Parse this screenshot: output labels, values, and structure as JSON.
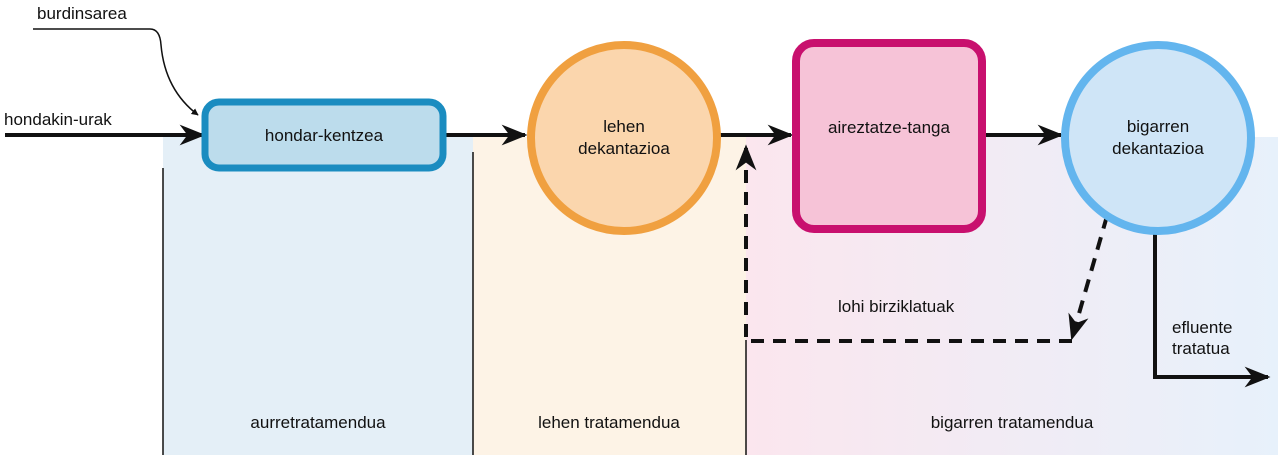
{
  "inputs": {
    "grit": "burdinsarea",
    "wastewater": "hondakin-urak"
  },
  "units": {
    "grit_removal": "hondar-kentzea",
    "primary_settling_line1": "lehen",
    "primary_settling_line2": "dekantazioa",
    "aeration_tank": "aireztatze-tanga",
    "secondary_settling_line1": "bigarren",
    "secondary_settling_line2": "dekantazioa"
  },
  "flows": {
    "recycled_sludge": "lohi birziklatuak",
    "treated_effluent_line1": "efluente",
    "treated_effluent_line2": "tratatua"
  },
  "stages": {
    "pretreatment": "aurretratamendua",
    "primary": "lehen tratamendua",
    "secondary": "bigarren tratamendua"
  },
  "colors": {
    "pretreatment_bg": "#e4eff7",
    "primary_bg": "#fdf3e6",
    "secondary_bg_left": "#fbe6ee",
    "secondary_bg_right": "#e7f1fb",
    "grit_border": "#1a8cc0",
    "grit_fill": "#bcdcec",
    "primary_border": "#f0a040",
    "primary_fill": "#fbd6ad",
    "aeration_border": "#c8106e",
    "aeration_fill": "#f6c3d7",
    "secondary_border": "#63b5ee",
    "secondary_fill": "#cfe5f7"
  }
}
